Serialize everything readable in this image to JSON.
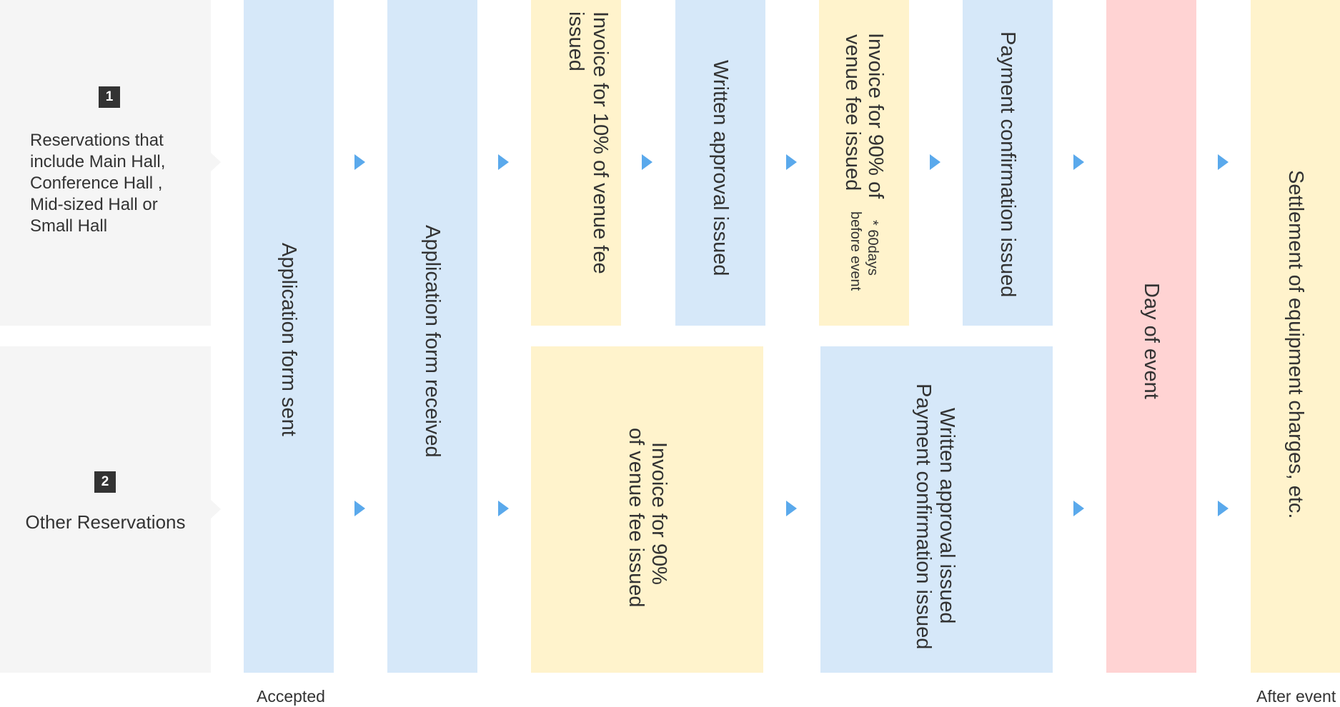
{
  "rows": [
    {
      "number": "1",
      "label": "Reservations that\ninclude Main Hall,\nConference Hall ,\nMid-sized Hall or\nSmall Hall"
    },
    {
      "number": "2",
      "label": "Other Reservations"
    }
  ],
  "steps": {
    "application_sent": "Application form sent",
    "application_received": "Application form received",
    "invoice_10": "Invoice for 10% of venue fee issued",
    "written_approval": "Written approval issued",
    "invoice_90_line1": "Invoice for 90% of",
    "invoice_90_line2": "venue fee issued",
    "note_line1": "* 60days",
    "note_line2": "before event",
    "payment_confirmation": "Payment confirmation issued",
    "invoice_90_other_line1": "Invoice for 90%",
    "invoice_90_other_line2": "of venue fee issued",
    "approval_payment_line1": "Written approval issued",
    "approval_payment_line2": "Payment confirmation issued",
    "day_of_event": "Day of event",
    "settlement": "Settlement of equipment charges, etc."
  },
  "footer": {
    "accepted": "Accepted",
    "after_event": "After event"
  },
  "colors": {
    "blue": "#d6e8f9",
    "yellow": "#fff3cc",
    "pink": "#ffd3d3",
    "gray": "#f5f5f5",
    "arrow": "#5aa9ec",
    "badge": "#333333"
  }
}
